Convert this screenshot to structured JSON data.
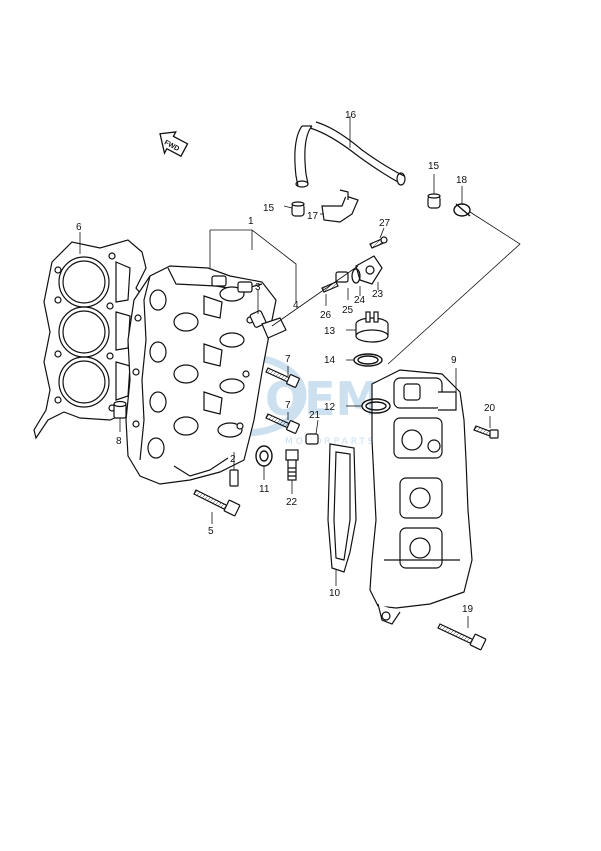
{
  "fwd_marker": {
    "label": "FWD",
    "icon": "fwd-arrow-icon"
  },
  "watermark": {
    "logo": "OEM",
    "text": "MOTORPARTS",
    "color": "#bcd6ec"
  },
  "callouts": {
    "c1": "1",
    "c2": "2",
    "c3": "3",
    "c4": "4",
    "c5": "5",
    "c6": "6",
    "c7a": "7",
    "c7b": "7",
    "c8": "8",
    "c9": "9",
    "c10": "10",
    "c11": "11",
    "c12": "12",
    "c13": "13",
    "c14": "14",
    "c15a": "15",
    "c15b": "15",
    "c16": "16",
    "c17": "17",
    "c18": "18",
    "c19": "19",
    "c20": "20",
    "c21": "21",
    "c22": "22",
    "c23": "23",
    "c24": "24",
    "c25": "25",
    "c26": "26",
    "c27": "27"
  },
  "colors": {
    "line": "#111111",
    "background": "#ffffff"
  }
}
